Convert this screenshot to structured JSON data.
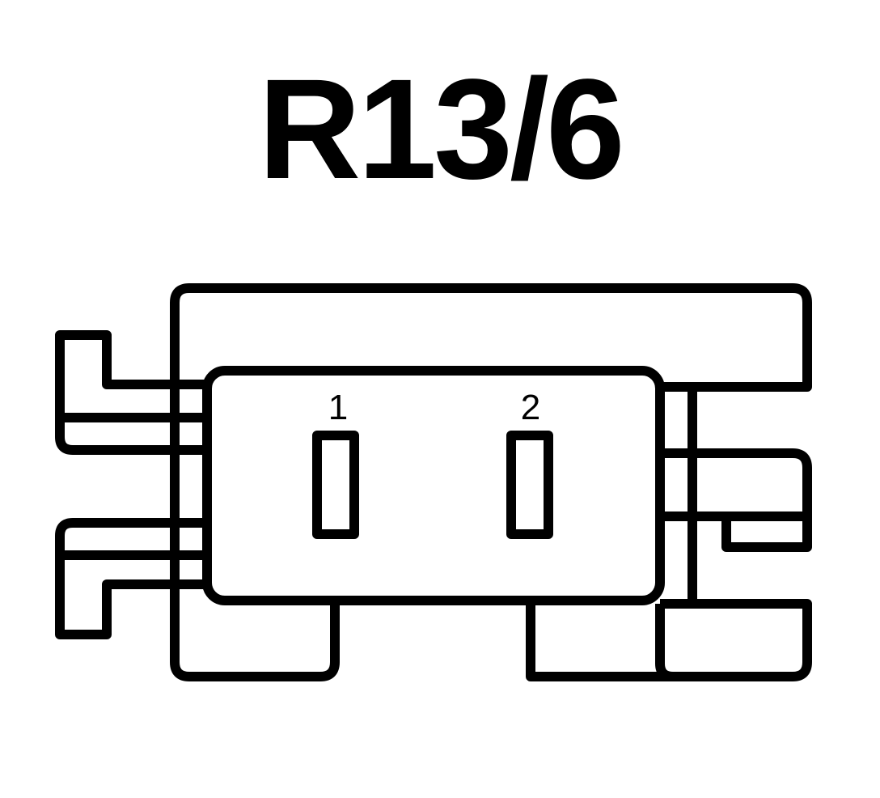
{
  "title": "R13/6",
  "pins": [
    {
      "label": "1"
    },
    {
      "label": "2"
    }
  ],
  "colors": {
    "stroke": "#000000",
    "background": "#ffffff"
  }
}
